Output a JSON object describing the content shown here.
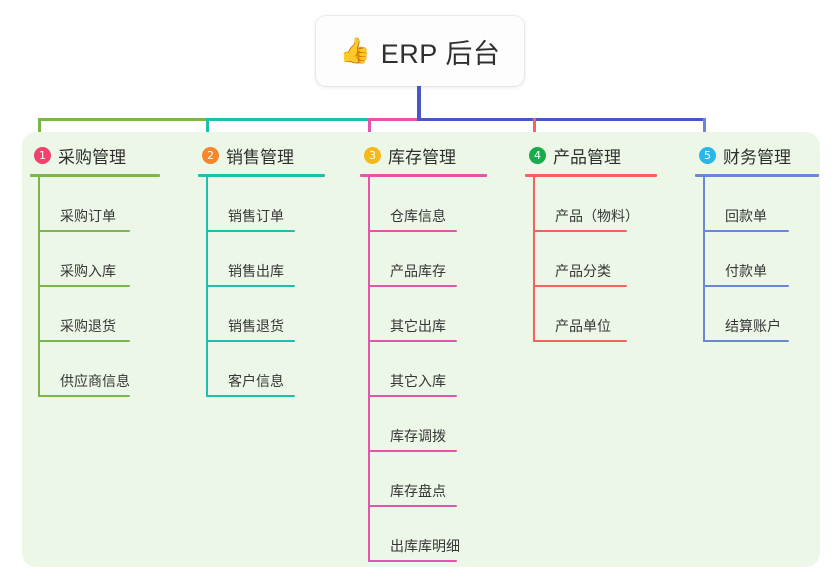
{
  "root": {
    "icon": "thumbs-up-emoji",
    "emoji": "👍",
    "label": "ERP 后台"
  },
  "palette": {
    "panel_bg": "#edf7e7",
    "page_bg": "#ffffff",
    "trunk": "#4a55c6",
    "col1": "#7ab648",
    "col2": "#1ebfae",
    "col3": "#e255ab",
    "col4": "#f4635e",
    "col5": "#6b86d6",
    "badge1": "#f2416c",
    "badge2": "#f5862b",
    "badge3": "#f7b81b",
    "badge4": "#16ad4a",
    "badge5": "#29b6e8"
  },
  "columns": [
    {
      "index": "1",
      "title": "采购管理",
      "badge_color": "#f2416c",
      "line_color": "#7ab648",
      "stub_color": "#7ab648",
      "items": [
        "采购订单",
        "采购入库",
        "采购退货",
        "供应商信息"
      ]
    },
    {
      "index": "2",
      "title": "销售管理",
      "badge_color": "#f5862b",
      "line_color": "#1ebfae",
      "stub_color": "#1ebfae",
      "items": [
        "销售订单",
        "销售出库",
        "销售退货",
        "客户信息"
      ]
    },
    {
      "index": "3",
      "title": "库存管理",
      "badge_color": "#f7b81b",
      "line_color": "#e255ab",
      "stub_color": "#e255ab",
      "items": [
        "仓库信息",
        "产品库存",
        "其它出库",
        "其它入库",
        "库存调拨",
        "库存盘点",
        "出库库明细"
      ]
    },
    {
      "index": "4",
      "title": "产品管理",
      "badge_color": "#16ad4a",
      "line_color": "#f4635e",
      "stub_color": "#f4635e",
      "items": [
        "产品（物料）",
        "产品分类",
        "产品单位"
      ]
    },
    {
      "index": "5",
      "title": "财务管理",
      "badge_color": "#29b6e8",
      "line_color": "#6b86d6",
      "stub_color": "#6b86d6",
      "items": [
        "回款单",
        "付款单",
        "结算账户"
      ]
    }
  ]
}
